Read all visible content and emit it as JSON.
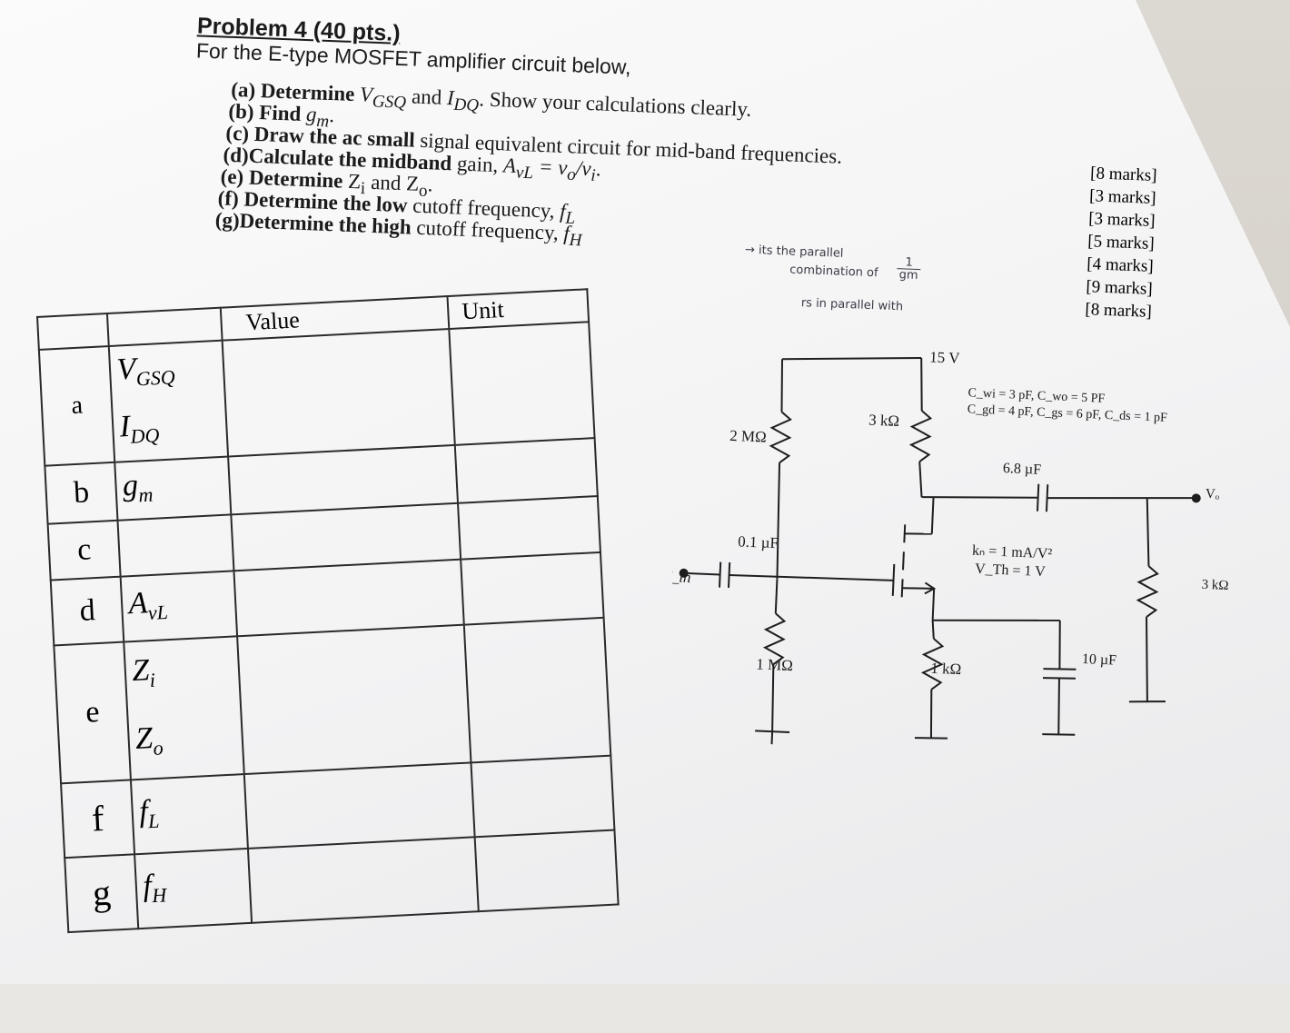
{
  "problem": {
    "title": "Problem 4 (40 pts.)",
    "intro": "For the E-type MOSFET amplifier circuit below,"
  },
  "parts": [
    {
      "label": "(a)",
      "text": "Determine V_GSQ and I_DQ. Show your calculations clearly."
    },
    {
      "label": "(b)",
      "text": "Find g_m."
    },
    {
      "label": "(c)",
      "text": "Draw the ac small signal equivalent circuit for mid-band frequencies."
    },
    {
      "label": "(d)",
      "text": "Calculate the midband gain, A_vL = v_o/v_i."
    },
    {
      "label": "(e)",
      "text": "Determine Z_i and Z_o."
    },
    {
      "label": "(f)",
      "text": "Determine the low cutoff frequency, f_L"
    },
    {
      "label": "(g)",
      "text": "Determine the high cutoff frequency, f_H"
    }
  ],
  "marks": [
    "[8 marks]",
    "[3 marks]",
    "[3 marks]",
    "[5 marks]",
    "[4 marks]",
    "[9 marks]",
    "[8 marks]"
  ],
  "handwritten": {
    "line1": "→ its the parallel",
    "line2": "combination of",
    "fraction_num": "1",
    "fraction_den": "gm",
    "line3": "rs in parallel with"
  },
  "answer_table": {
    "headers": [
      "",
      "",
      "Value",
      "Unit"
    ],
    "rows": [
      {
        "label": "a",
        "symbols": [
          "V_GSQ",
          "I_DQ"
        ]
      },
      {
        "label": "b",
        "symbols": [
          "g_m"
        ]
      },
      {
        "label": "c",
        "symbols": []
      },
      {
        "label": "d",
        "symbols": [
          "A_vL"
        ]
      },
      {
        "label": "e",
        "symbols": [
          "Z_i",
          "Z_o"
        ]
      },
      {
        "label": "f",
        "symbols": [
          "f_L"
        ]
      },
      {
        "label": "g",
        "symbols": [
          "f_H"
        ]
      }
    ]
  },
  "circuit": {
    "vdd": "15 V",
    "r_g1": "2 MΩ",
    "r_g2": "1 MΩ",
    "r_d": "3 kΩ",
    "r_s": "1 kΩ",
    "r_l": "3 kΩ",
    "c_in": "0.1 µF",
    "c_out": "6.8 µF",
    "c_s": "10 µF",
    "k_n": "kₙ = 1 mA/V²",
    "v_th": "V_Th = 1 V",
    "vin": "V_in",
    "vout": "Vₒ",
    "parasitics_1": "C_wi = 3 pF, C_wo = 5 PF",
    "parasitics_2": "C_gd = 4 pF, C_gs = 6 pF, C_ds = 1 pF"
  }
}
